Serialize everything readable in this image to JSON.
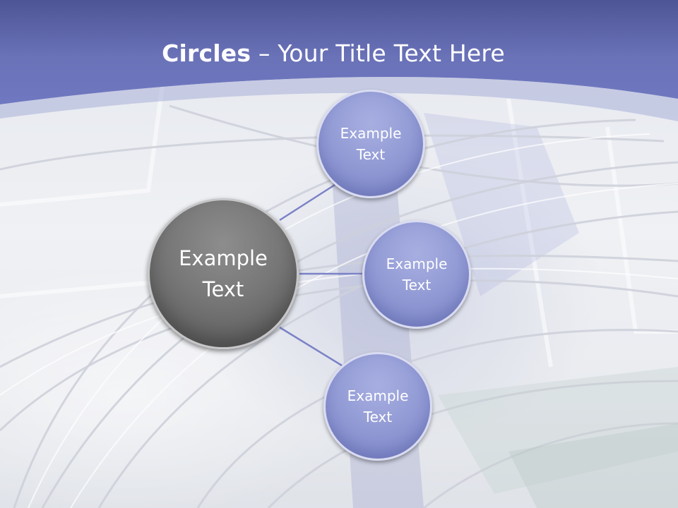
{
  "title": {
    "strong": "Circles",
    "rest": " – Your Title Text Here"
  },
  "diagram": {
    "center": {
      "label_line1": "Example",
      "label_line2": "Text"
    },
    "nodes": [
      {
        "label_line1": "Example",
        "label_line2": "Text"
      },
      {
        "label_line1": "Example",
        "label_line2": "Text"
      },
      {
        "label_line1": "Example",
        "label_line2": "Text"
      }
    ]
  },
  "colors": {
    "header": "#6a72b8",
    "node_fill": "#949cd6",
    "center_fill": "#777777",
    "connector": "#7b82c6"
  }
}
